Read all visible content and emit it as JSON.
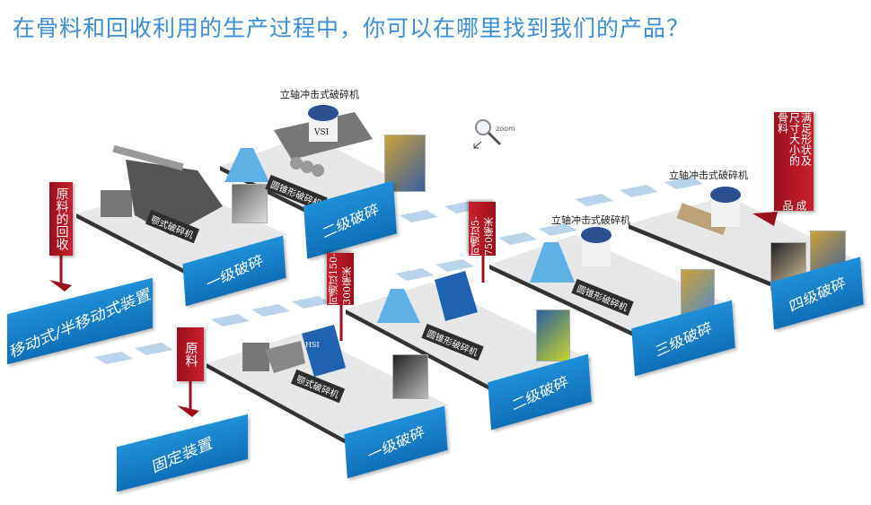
{
  "header": {
    "title": "在骨料和回收利用的生产过程中，你可以在哪里找到我们的产品？"
  },
  "zoom": {
    "icon": "magnifier-icon",
    "label": "zoom",
    "arrow": "↙"
  },
  "device_types": {
    "mobile": "移动式/半移动式装置",
    "fixed": "固定装置"
  },
  "signs": {
    "recycle_raw": "原料的回收",
    "raw": "原料",
    "pass_150_300": "可通过150-300毫米",
    "pass_5_750": "可通过5-750毫米",
    "final_product": "满足形状及尺寸大小的骨料",
    "final_product_title": "成品"
  },
  "stages": {
    "mobile_primary": "一级破碎",
    "mobile_secondary": "二级破碎",
    "fixed_primary": "一级破碎",
    "fixed_secondary": "二级破碎",
    "fixed_tertiary": "三级破碎",
    "fixed_quaternary": "四级破碎"
  },
  "machines": {
    "jaw_crusher": "颚式破碎机",
    "cone_crusher": "圆锥形破碎机",
    "vsi_crusher": "立轴冲击式破碎机",
    "vsi_badge": "VSI",
    "hsi_badge": "HSI"
  },
  "colors": {
    "accent_blue": "#1f8fd8",
    "sign_red": "#b5182a",
    "title_blue": "#3a8fd6",
    "platform": "#e6e7e9"
  }
}
